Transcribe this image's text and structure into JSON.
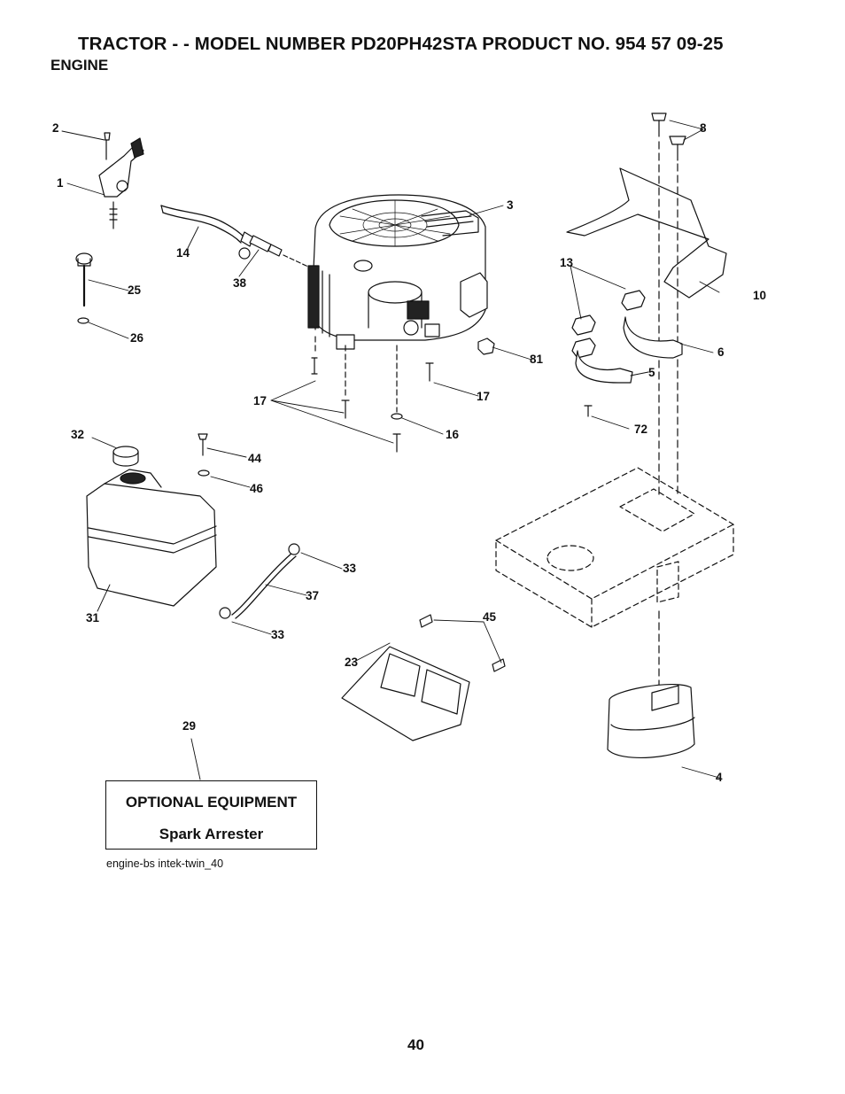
{
  "header": {
    "title": "TRACTOR - - MODEL NUMBER PD20PH42STA PRODUCT NO. 954 57 09-25",
    "section": "ENGINE"
  },
  "callouts": [
    "1",
    "2",
    "3",
    "4",
    "5",
    "6",
    "8",
    "10",
    "13",
    "14",
    "16",
    "17",
    "17",
    "23",
    "25",
    "26",
    "29",
    "31",
    "32",
    "33",
    "33",
    "37",
    "38",
    "44",
    "45",
    "46",
    "72",
    "81"
  ],
  "optional_box": {
    "heading": "OPTIONAL EQUIPMENT",
    "item": "Spark Arrester"
  },
  "footnote": "engine-bs intek-twin_40",
  "page_number": "40"
}
